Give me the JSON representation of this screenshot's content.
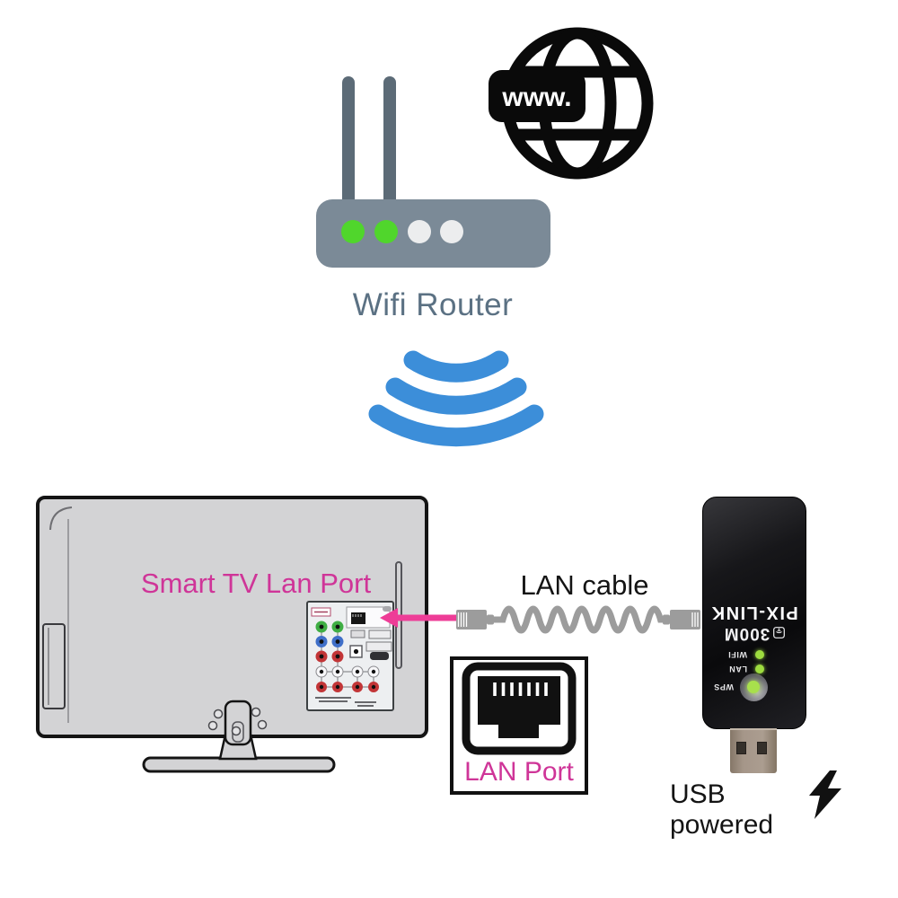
{
  "internet": {
    "www_label": "www."
  },
  "router": {
    "label": "Wifi Router",
    "leds": {
      "on_count": 2,
      "off_count": 2,
      "on_color": "#50d62c",
      "off_color": "#ecedee"
    }
  },
  "wifi_signal": {
    "waves": 3,
    "color": "#3c8ed9",
    "direction": "downward"
  },
  "tv": {
    "caption": "Smart TV Lan Port"
  },
  "cable": {
    "caption": "LAN cable"
  },
  "lan_port_callout": {
    "caption": "LAN Port"
  },
  "adapter": {
    "brand": "PIX-LINK",
    "model": "300M",
    "orientation": "upside-down",
    "leds": [
      {
        "label": "WIFI",
        "state": "on"
      },
      {
        "label": "LAN",
        "state": "on"
      }
    ],
    "button_label": "WPS",
    "power_caption": "USB powered"
  },
  "icons": {
    "globe": "globe-grid-icon",
    "www_badge": "www-badge",
    "wifi_signal": "wifi-waves-icon",
    "ethernet_jack": "ethernet-port-icon",
    "lightning": "lightning-bolt-icon",
    "lan_cable": "coiled-lan-cable",
    "arrow": "pink-arrow-left"
  },
  "colors": {
    "wifi_blue": "#3c8ed9",
    "magenta_text": "#cf3598",
    "arrow_pink": "#ee3d97",
    "router_gray": "#7b8a97",
    "router_text": "#5b7183",
    "router_led_green": "#50d62c",
    "adapter_led_green": "#9ddc3f",
    "cable_gray": "#9c9c9c",
    "tv_gray": "#d3d3d5",
    "text_black": "#141414"
  }
}
